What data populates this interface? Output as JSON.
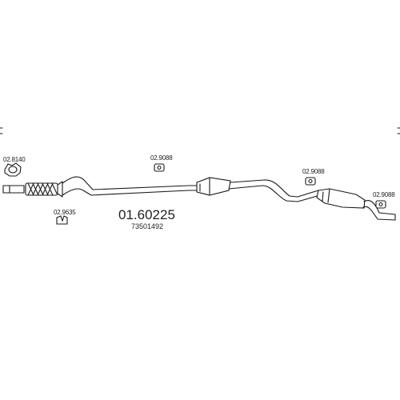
{
  "diagram": {
    "part_number": "01.60225",
    "oe_number": "73501492",
    "component_labels": {
      "gasket": "02.8140",
      "clamp": "02.9635",
      "hanger_1": "02.9088",
      "hanger_2": "02.9088",
      "hanger_3": "02.9088"
    }
  }
}
